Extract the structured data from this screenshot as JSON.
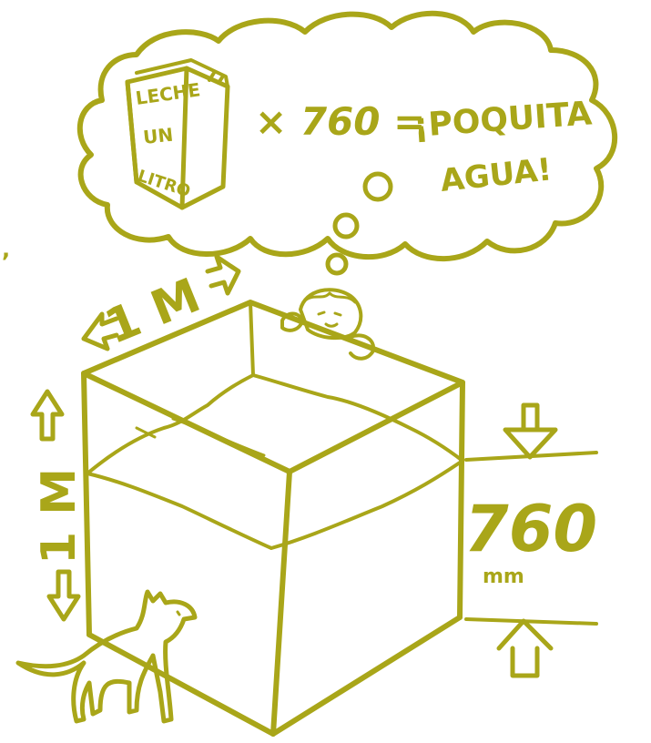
{
  "illustration": {
    "ink_color": "#A9A619",
    "background_color": "#FFFFFF",
    "thought_bubble": {
      "carton_text": [
        "LECHE",
        "UN",
        "LITRO"
      ],
      "multiplier_text": "× 760 =",
      "exclamation_line1": "¡POQUITA",
      "exclamation_line2": "AGUA!"
    },
    "cube": {
      "width_label": "1 M",
      "height_label": "1 M",
      "depth_label": "760",
      "depth_unit": "mm"
    },
    "edge_mark": ","
  }
}
